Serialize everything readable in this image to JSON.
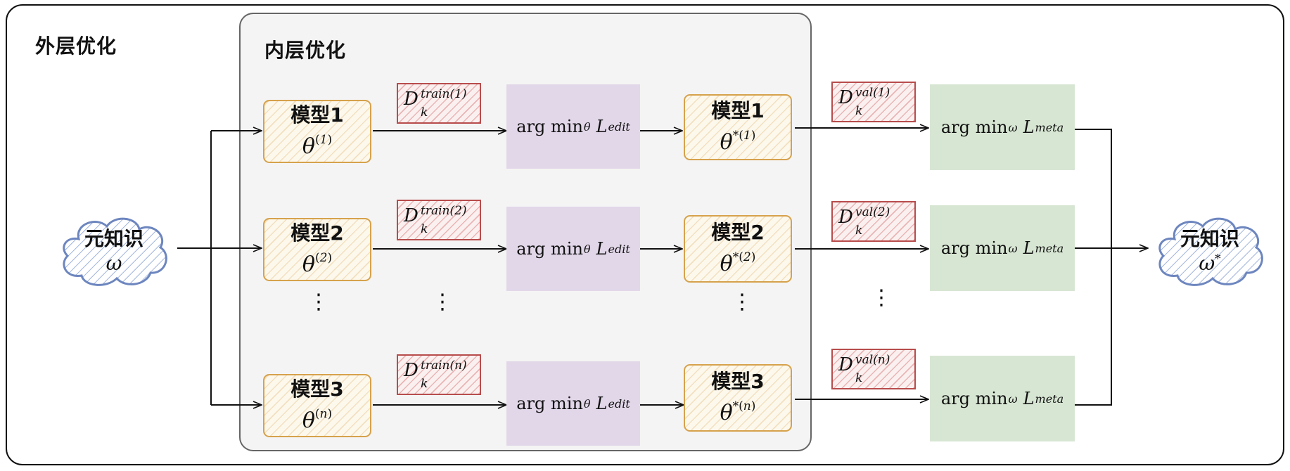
{
  "outer_title": "外层优化",
  "inner_title": "内层优化",
  "meta_in": {
    "label": "元知识",
    "symbol": "ω",
    "sup": ""
  },
  "meta_out": {
    "label": "元知识",
    "symbol": "ω",
    "sup": "*"
  },
  "rows": [
    {
      "model": "模型1",
      "idx": "1",
      "star_idx": "1",
      "train_sup": "train(1)",
      "val_sup": "val(1)"
    },
    {
      "model": "模型2",
      "idx": "2",
      "star_idx": "2",
      "train_sup": "train(2)",
      "val_sup": "val(2)"
    },
    {
      "model": "模型3",
      "idx": "n",
      "star_idx": "n",
      "train_sup": "train(n)",
      "val_sup": "val(n)"
    }
  ],
  "data_symbol": "D",
  "data_sub": "k",
  "theta_symbol": "θ",
  "edit_objective": {
    "fn": "arg min",
    "sub": "θ",
    "loss": "L",
    "loss_sub": "edit"
  },
  "meta_objective": {
    "fn": "arg min",
    "sub": "ω",
    "loss": "L",
    "loss_sub": "meta"
  },
  "ellipsis": "⋮",
  "colors": {
    "inner_panel": "#f4f4f4",
    "model_border": "#d6a24c",
    "data_border": "#b84c4c",
    "edit_fill": "#e2d7e9",
    "meta_fill": "#d7e6d3",
    "cloud_border": "#6d86bf"
  }
}
